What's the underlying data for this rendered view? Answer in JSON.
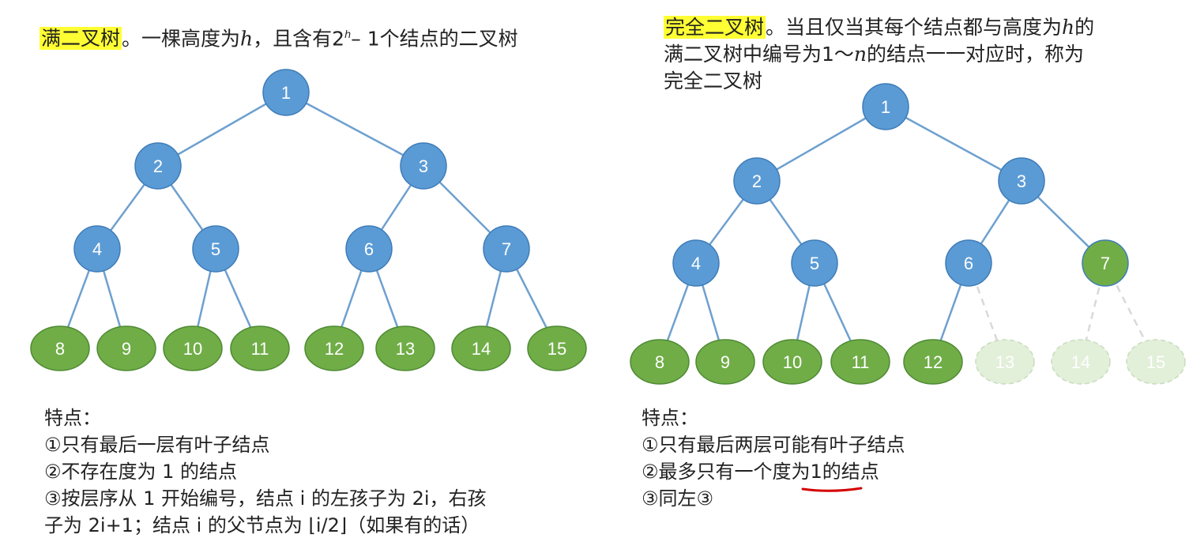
{
  "left": {
    "title_term": "满二叉树",
    "title_text_a": "。一棵高度为",
    "title_h": "h",
    "title_text_b": "，且含有2",
    "title_sup": "h",
    "title_text_c": "– 1个结点的二叉树",
    "features_heading": "特点：",
    "features": [
      "①只有最后一层有叶子结点",
      "②不存在度为 1 的结点",
      "③按层序从 1 开始编号，结点 i 的左孩子为 2i，右孩",
      "子为 2i+1；结点 i 的父节点为 ⌊i/2⌋（如果有的话）"
    ],
    "nodes": [
      {
        "id": 1,
        "label": "1",
        "color": "#5b9bd5"
      },
      {
        "id": 2,
        "label": "2",
        "color": "#5b9bd5"
      },
      {
        "id": 3,
        "label": "3",
        "color": "#5b9bd5"
      },
      {
        "id": 4,
        "label": "4",
        "color": "#5b9bd5"
      },
      {
        "id": 5,
        "label": "5",
        "color": "#5b9bd5"
      },
      {
        "id": 6,
        "label": "6",
        "color": "#5b9bd5"
      },
      {
        "id": 7,
        "label": "7",
        "color": "#5b9bd5"
      },
      {
        "id": 8,
        "label": "8",
        "color": "#70ad47"
      },
      {
        "id": 9,
        "label": "9",
        "color": "#70ad47"
      },
      {
        "id": 10,
        "label": "10",
        "color": "#70ad47"
      },
      {
        "id": 11,
        "label": "11",
        "color": "#70ad47"
      },
      {
        "id": 12,
        "label": "12",
        "color": "#70ad47"
      },
      {
        "id": 13,
        "label": "13",
        "color": "#70ad47"
      },
      {
        "id": 14,
        "label": "14",
        "color": "#70ad47"
      },
      {
        "id": 15,
        "label": "15",
        "color": "#70ad47"
      }
    ]
  },
  "right": {
    "title_term": "完全二叉树",
    "title_text_a": "。当且仅当其每个结点都与高度为",
    "title_h": "h",
    "title_text_b": "的",
    "title_line2_a": "满二叉树中编号为1～",
    "title_n": "n",
    "title_line2_b": "的结点一一对应时，称为",
    "title_line3": "完全二叉树",
    "features_heading": "特点：",
    "features": [
      "①只有最后两层可能有叶子结点",
      "②最多只有一个度为1的结点",
      "③同左③"
    ],
    "underline_color": "#d40000",
    "nodes": [
      {
        "id": 1,
        "label": "1",
        "color": "#5b9bd5",
        "ghost": false
      },
      {
        "id": 2,
        "label": "2",
        "color": "#5b9bd5",
        "ghost": false
      },
      {
        "id": 3,
        "label": "3",
        "color": "#5b9bd5",
        "ghost": false
      },
      {
        "id": 4,
        "label": "4",
        "color": "#5b9bd5",
        "ghost": false
      },
      {
        "id": 5,
        "label": "5",
        "color": "#5b9bd5",
        "ghost": false
      },
      {
        "id": 6,
        "label": "6",
        "color": "#5b9bd5",
        "ghost": false
      },
      {
        "id": 7,
        "label": "7",
        "color": "#70ad47",
        "ghost": false
      },
      {
        "id": 8,
        "label": "8",
        "color": "#70ad47",
        "ghost": false
      },
      {
        "id": 9,
        "label": "9",
        "color": "#70ad47",
        "ghost": false
      },
      {
        "id": 10,
        "label": "10",
        "color": "#70ad47",
        "ghost": false
      },
      {
        "id": 11,
        "label": "11",
        "color": "#70ad47",
        "ghost": false
      },
      {
        "id": 12,
        "label": "12",
        "color": "#70ad47",
        "ghost": false
      },
      {
        "id": 13,
        "label": "13",
        "color": "#e2efd9",
        "ghost": true
      },
      {
        "id": 14,
        "label": "14",
        "color": "#e2efd9",
        "ghost": true
      },
      {
        "id": 15,
        "label": "15",
        "color": "#e2efd9",
        "ghost": true
      }
    ]
  }
}
